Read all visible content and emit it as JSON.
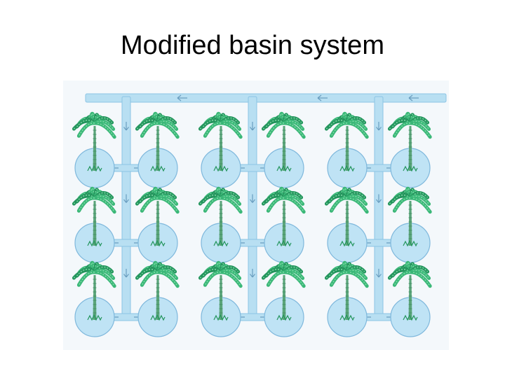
{
  "slide": {
    "title": "Modified basin system"
  },
  "diagram": {
    "description_kind": "irrigation-layout",
    "groups": 3,
    "rows_per_group": 3,
    "palms_per_row": 2,
    "colors": {
      "canal": "#b8dff2",
      "canal_stroke": "#8cc4e4",
      "basin": "#bfe3f5",
      "basin_stroke": "#7fb8dc",
      "frond": "#3bb878",
      "frond_dark": "#24955d",
      "trunk": "#5aa57a",
      "arrow": "#6a9ec0",
      "paper": "#f4f8fb"
    },
    "icons": [
      "palm-tree-icon",
      "basin-circle",
      "flow-arrow-icon"
    ]
  }
}
